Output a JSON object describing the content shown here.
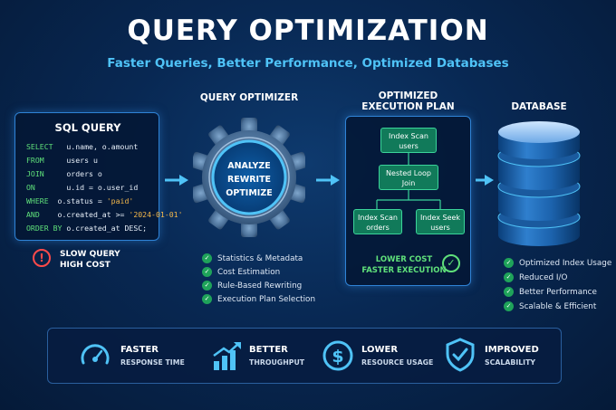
{
  "header": {
    "title": "QUERY OPTIMIZATION",
    "subtitle": "Faster Queries, Better Performance, Optimized Databases"
  },
  "sql": {
    "title": "SQL QUERY",
    "lines": [
      {
        "kw": "SELECT",
        "rest": "u.name, o.amount",
        "str": ""
      },
      {
        "kw": "FROM",
        "rest": "users u",
        "str": ""
      },
      {
        "kw": "JOIN",
        "rest": "orders o",
        "str": ""
      },
      {
        "kw": "ON",
        "rest": "u.id = o.user_id",
        "str": ""
      },
      {
        "kw": "WHERE",
        "rest": "o.status = ",
        "str": "'paid'"
      },
      {
        "kw": "AND",
        "rest": "o.created_at >= ",
        "str": "'2024-01-01'"
      },
      {
        "kw": "ORDER BY",
        "rest": "o.created_at DESC;",
        "str": ""
      }
    ],
    "warning_line1": "SLOW QUERY",
    "warning_line2": "HIGH COST"
  },
  "optimizer": {
    "title": "QUERY OPTIMIZER",
    "gear_line1": "ANALYZE",
    "gear_line2": "REWRITE",
    "gear_line3": "OPTIMIZE",
    "items": [
      "Statistics & Metadata",
      "Cost Estimation",
      "Rule-Based Rewriting",
      "Execution Plan Selection"
    ]
  },
  "plan": {
    "title_line1": "OPTIMIZED",
    "title_line2": "EXECUTION PLAN",
    "node_root_1": "Index Scan",
    "node_root_2": "users",
    "node_join_1": "Nested Loop",
    "node_join_2": "Join",
    "node_left_1": "Index Scan",
    "node_left_2": "orders",
    "node_right_1": "Index Seek",
    "node_right_2": "users",
    "result_line1": "LOWER COST",
    "result_line2": "FASTER EXECUTION"
  },
  "database": {
    "title": "DATABASE",
    "items": [
      "Optimized Index Usage",
      "Reduced I/O",
      "Better Performance",
      "Scalable & Efficient"
    ]
  },
  "metrics": [
    {
      "title": "FASTER",
      "sub": "RESPONSE TIME",
      "icon": "speedometer-icon"
    },
    {
      "title": "BETTER",
      "sub": "THROUGHPUT",
      "icon": "bar-growth-icon"
    },
    {
      "title": "LOWER",
      "sub": "RESOURCE USAGE",
      "icon": "dollar-icon"
    },
    {
      "title": "IMPROVED",
      "sub": "SCALABILITY",
      "icon": "shield-check-icon"
    }
  ],
  "colors": {
    "background": "#082853",
    "accent_blue": "#4fc3f7",
    "keyword_green": "#5fe07a",
    "string_orange": "#f5b84a",
    "warning_red": "#ff4a4a",
    "node_green": "#117a5a"
  }
}
